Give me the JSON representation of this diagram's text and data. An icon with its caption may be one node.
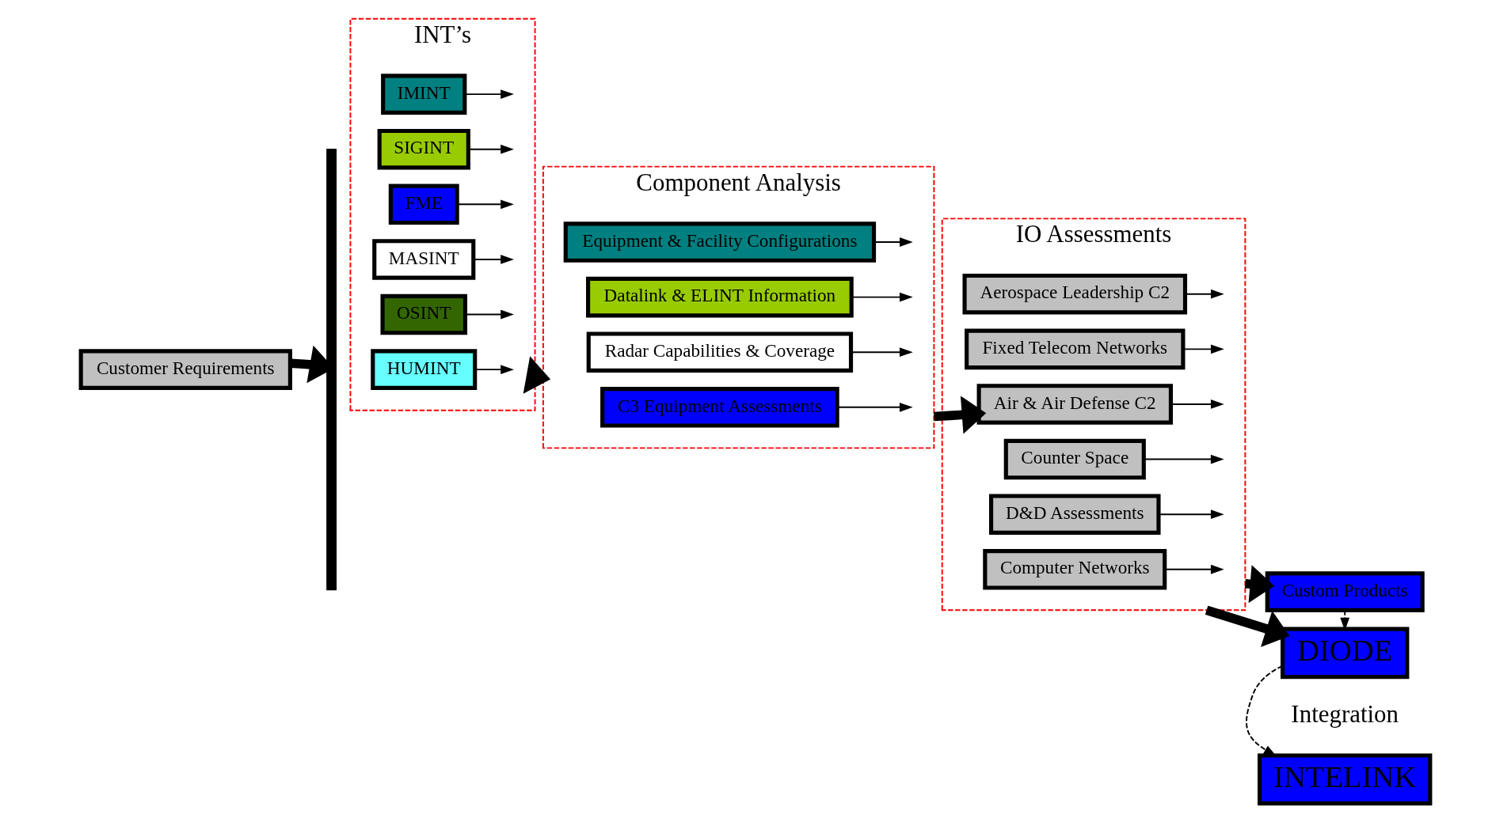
{
  "diagram": {
    "nodes": [
      {
        "text": [
          "Customer Requirements"
        ]
      },
      {
        "text": [],
        "shape": "bar"
      },
      {
        "text": [
          "INT’s"
        ]
      },
      {
        "text": [
          "IMINT"
        ],
        "in": 2
      },
      {
        "text": [
          "SIGINT"
        ],
        "in": 2
      },
      {
        "text": [
          "FME"
        ],
        "in": 2
      },
      {
        "text": [
          "HUMINT"
        ],
        "in": 2
      },
      {
        "text": [
          "MASINT"
        ],
        "in": 2
      },
      {
        "text": [
          "OSINT"
        ],
        "in": 2
      },
      {
        "text": [
          "Component Analysis"
        ]
      },
      {
        "text": [
          "Equipment & Facility Configurations"
        ],
        "in": 9
      },
      {
        "text": [
          "Datalink & ELINT Information"
        ],
        "in": 9
      },
      {
        "text": [
          "C3 Equipment Assessments"
        ],
        "in": 9
      },
      {
        "text": [
          "Radar Capabilities & Coverage"
        ],
        "in": 9
      },
      {
        "text": [
          "IO Assessments"
        ]
      },
      {
        "text": [
          "Aerospace Leadership C2"
        ],
        "in": 14
      },
      {
        "text": [
          "Fixed Telecom Networks"
        ],
        "in": 14
      },
      {
        "text": [
          "Air & Air Defense C2"
        ],
        "in": 14
      },
      {
        "text": [
          "Computer Networks"
        ],
        "in": 14
      },
      {
        "text": [
          "Counter Space"
        ],
        "in": 14
      },
      {
        "text": [
          "D&D Assessments"
        ],
        "in": 14
      },
      {
        "text": [
          "Custom Products"
        ]
      },
      {
        "text": [
          "DIODE"
        ]
      },
      {
        "text": [
          "INTELINK"
        ]
      }
    ],
    "edges": [
      {
        "from": 0,
        "to": 1,
        "arrow": "to",
        "style": "thick"
      },
      {
        "from": 3,
        "to": null,
        "arrow": "to"
      },
      {
        "from": 4,
        "to": null,
        "arrow": "to"
      },
      {
        "from": 5,
        "to": null,
        "arrow": "to"
      },
      {
        "from": 6,
        "to": null,
        "arrow": "to"
      },
      {
        "from": 7,
        "to": null,
        "arrow": "to"
      },
      {
        "from": 8,
        "to": null,
        "arrow": "to"
      },
      {
        "from": 2,
        "to": 9,
        "arrow": "to",
        "style": "thick"
      },
      {
        "from": 10,
        "to": null,
        "arrow": "to"
      },
      {
        "from": 11,
        "to": null,
        "arrow": "to"
      },
      {
        "from": 12,
        "to": null,
        "arrow": "to"
      },
      {
        "from": 13,
        "to": null,
        "arrow": "to"
      },
      {
        "from": 9,
        "to": 17,
        "arrow": "to",
        "style": "thick"
      },
      {
        "from": 15,
        "to": null,
        "arrow": "to"
      },
      {
        "from": 16,
        "to": null,
        "arrow": "to"
      },
      {
        "from": 17,
        "to": null,
        "arrow": "to"
      },
      {
        "from": 18,
        "to": null,
        "arrow": "to"
      },
      {
        "from": 19,
        "to": null,
        "arrow": "to"
      },
      {
        "from": 20,
        "to": null,
        "arrow": "to"
      },
      {
        "from": 14,
        "to": 21,
        "arrow": "to",
        "style": "thick"
      },
      {
        "from": 14,
        "to": 22,
        "arrow": "to",
        "style": "thick"
      },
      {
        "from": 21,
        "to": 22,
        "arrow": "to",
        "style": "dashed"
      },
      {
        "from": 22,
        "to": 23,
        "arrow": "to",
        "style": "dashed"
      }
    ],
    "labels": [
      "Integration"
    ]
  }
}
